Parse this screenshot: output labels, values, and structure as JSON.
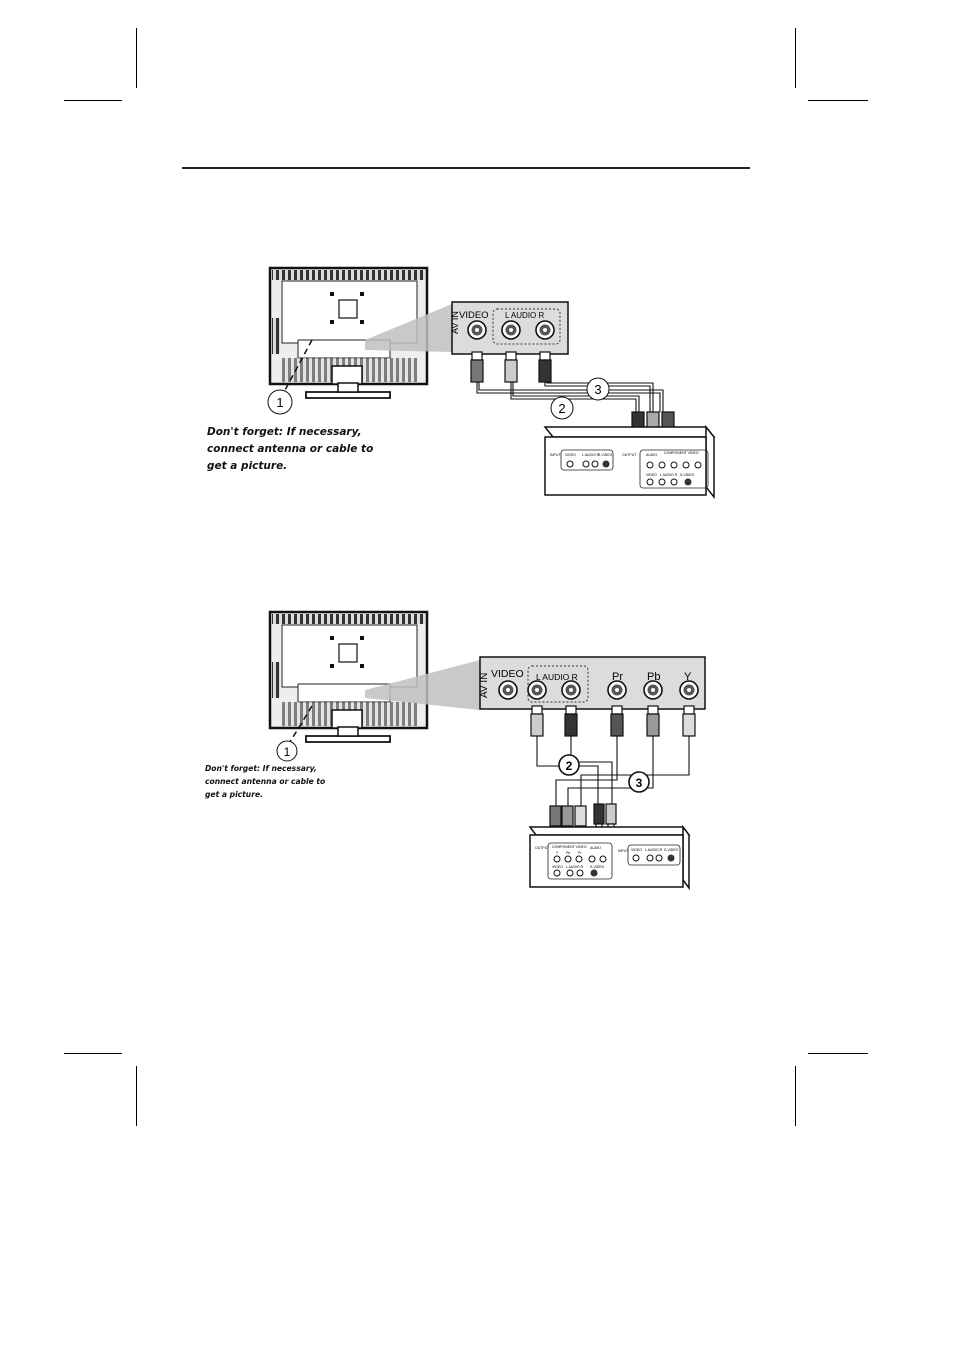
{
  "diagram1": {
    "panel": {
      "side_label": "AV IN",
      "video_label": "VIDEO",
      "audio_label": "L  AUDIO  R"
    },
    "callouts": [
      "1",
      "2",
      "3"
    ],
    "note": [
      "Don't forget: If necessary,",
      "connect antenna or cable to",
      "get a picture."
    ],
    "device": {
      "input_group": [
        "INPUT",
        "VIDEO",
        "L AUDIO R",
        "S-VIDEO"
      ],
      "output_label": "OUTPUT",
      "audio_label": "AUDIO",
      "component_label": "COMPONENT VIDEO",
      "bottom_row": [
        "VIDEO",
        "L AUDIO R",
        "S-VIDEO"
      ]
    }
  },
  "diagram2": {
    "panel": {
      "side_label": "AV IN",
      "video_label": "VIDEO",
      "audio_label": "L  AUDIO  R",
      "pr_label": "Pr",
      "pb_label": "Pb",
      "y_label": "Y"
    },
    "callouts": [
      "1",
      "2",
      "3"
    ],
    "note": [
      "Don't forget: If necessary,",
      "connect antenna or cable to",
      "get a picture."
    ],
    "device": {
      "output_label": "OUTPUT",
      "component_label": "COMPONENT VIDEO",
      "component_jacks": [
        "Y",
        "Pb",
        "Pr"
      ],
      "audio_label": "AUDIO",
      "bottom_row": [
        "VIDEO",
        "L AUDIO R",
        "S-VIDEO"
      ],
      "input_group": [
        "INPUT",
        "VIDEO",
        "L AUDIO R",
        "S-VIDEO"
      ]
    }
  }
}
